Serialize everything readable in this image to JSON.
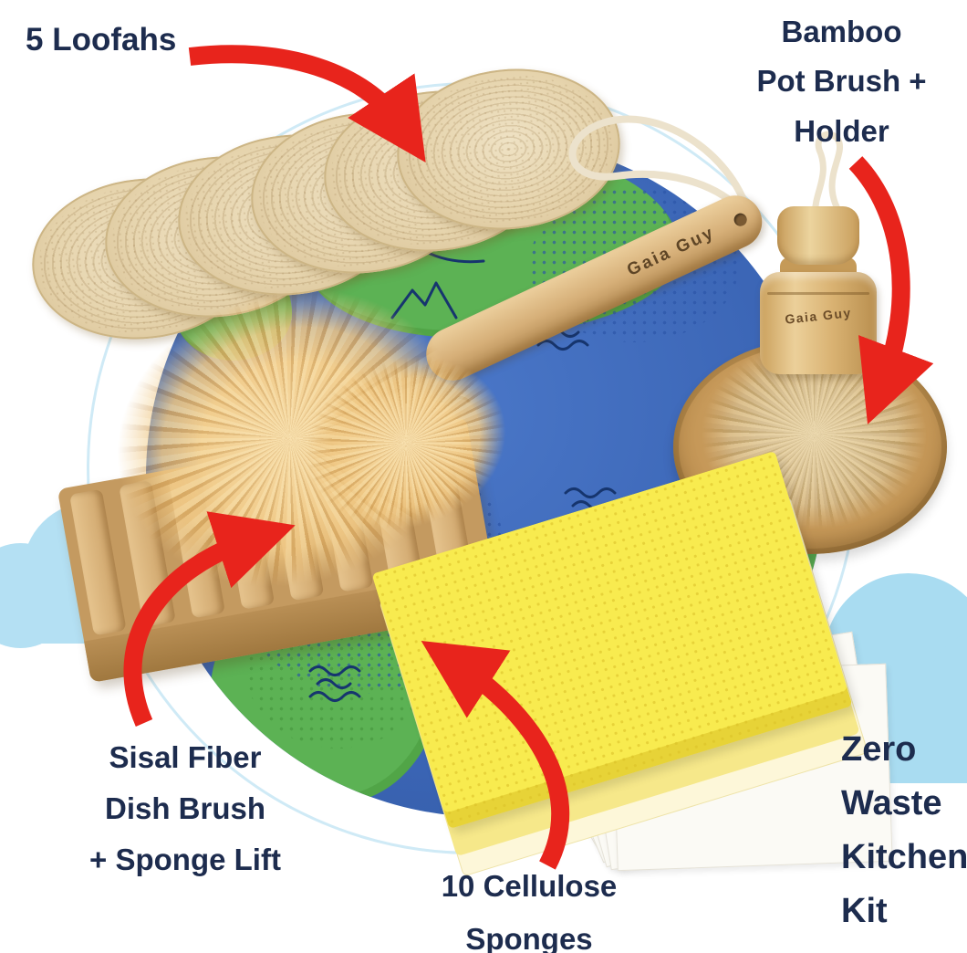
{
  "page": {
    "title": "Zero Waste Kitchen Kit"
  },
  "annotations": {
    "loofahs": "5 Loofahs",
    "pot_brush": [
      "Bamboo",
      "Pot Brush +",
      "Holder"
    ],
    "dish_brush": [
      "Sisal Fiber",
      "Dish Brush",
      "+ Sponge Lift"
    ],
    "sponges": [
      "10 Cellulose",
      "Sponges"
    ],
    "kit": [
      "Zero",
      "Waste",
      "Kitchen",
      "Kit"
    ]
  },
  "brand": {
    "dish_brush_engraving": "Gaia Guy",
    "pot_brush_engraving": "Gaia Guy"
  },
  "colors": {
    "label_text": "#1d2c4e",
    "arrow_red": "#e8241c",
    "earth_blue": "#3a64b4",
    "earth_green": "#5cb254",
    "cloud_blue": "#a9dcf1",
    "loofah_tan": "#e6d4ad",
    "wood_tan": "#d6af78",
    "bristle_tan": "#edc27b",
    "sponge_yellow": "#f8eb4f"
  }
}
